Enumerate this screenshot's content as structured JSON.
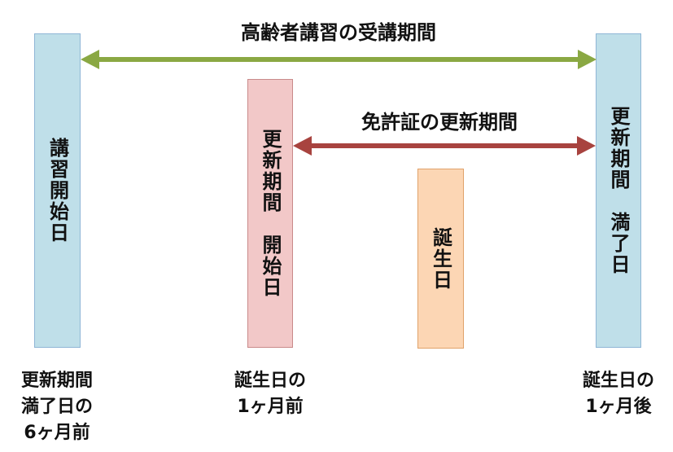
{
  "arrows": {
    "lecture_period": {
      "label": "高齢者講習の受講期間",
      "color": "#8aa843"
    },
    "renewal_period": {
      "label": "免許証の更新期間",
      "color": "#a8433f"
    }
  },
  "bars": {
    "lecture_start": {
      "label": "講習開始日",
      "fill": "#bfdfe9",
      "border": "#8fb6d6"
    },
    "renewal_start": {
      "label": "更新期間　開始日",
      "fill": "#f2c8c8",
      "border": "#c98a8a"
    },
    "birthday": {
      "label": "誕生日",
      "fill": "#fcd6b4",
      "border": "#e0a26a"
    },
    "renewal_end": {
      "label": "更新期間　満了日",
      "fill": "#bfdfe9",
      "border": "#8fb6d6"
    }
  },
  "bottom_labels": {
    "lecture_start": [
      "更新期間",
      "満了日の",
      "6ヶ月前"
    ],
    "renewal_start": [
      "誕生日の",
      "1ヶ月前"
    ],
    "renewal_end": [
      "誕生日の",
      "1ヶ月後"
    ]
  }
}
